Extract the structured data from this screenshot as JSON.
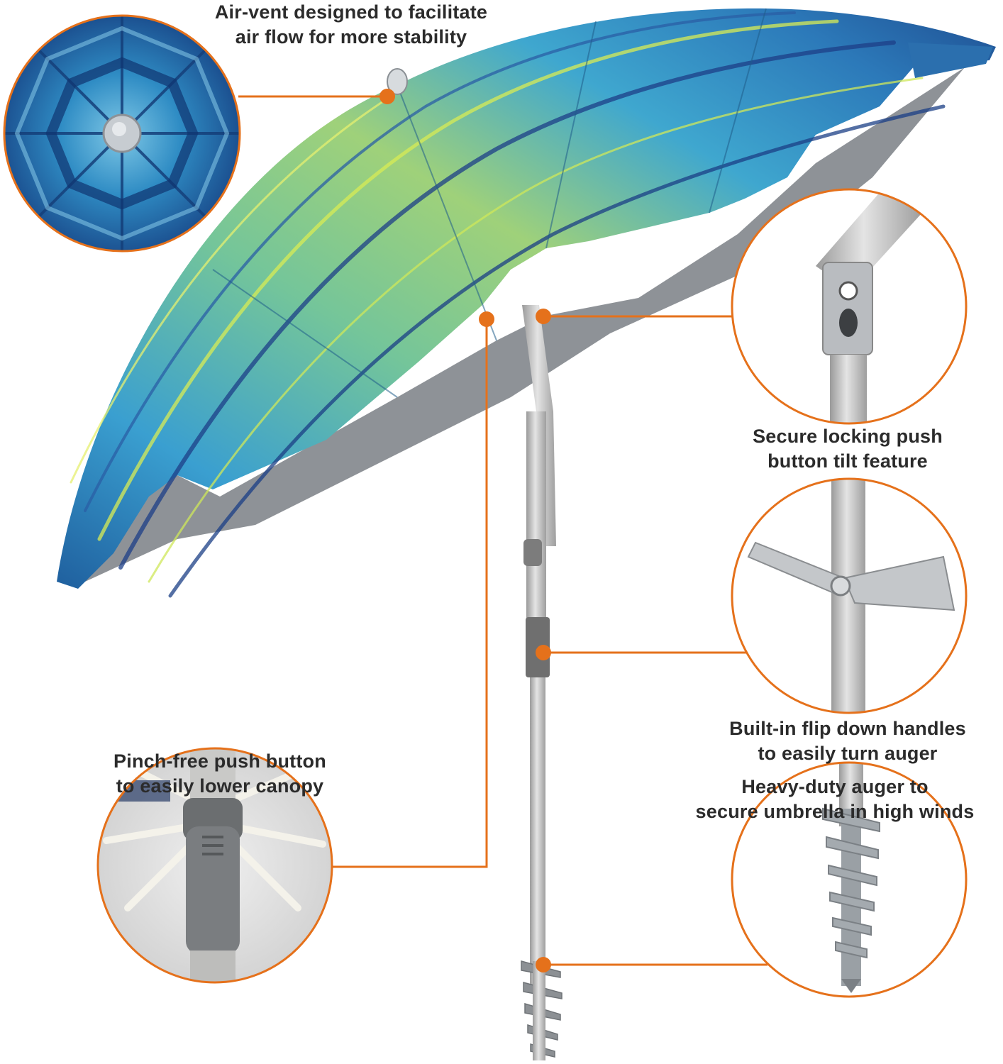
{
  "captions": {
    "air_vent": {
      "line1": "Air-vent designed to facilitate",
      "line2": "air flow for more stability"
    },
    "tilt": {
      "line1": "Secure locking push",
      "line2": "button tilt feature"
    },
    "handles": {
      "line1": "Built-in flip down handles",
      "line2": "to easily turn auger"
    },
    "pinch": {
      "line1": "Pinch-free push button",
      "line2": "to easily lower canopy"
    },
    "auger": {
      "line1": "Heavy-duty auger to",
      "line2": "secure umbrella in high winds"
    }
  },
  "colors": {
    "accent": "#e5711b",
    "text": "#2b2b2b",
    "canopy_blue": "#2d86c4",
    "canopy_green": "#7dc08a",
    "canopy_yellow": "#d9e64a",
    "pole": "#c9c9c9"
  }
}
